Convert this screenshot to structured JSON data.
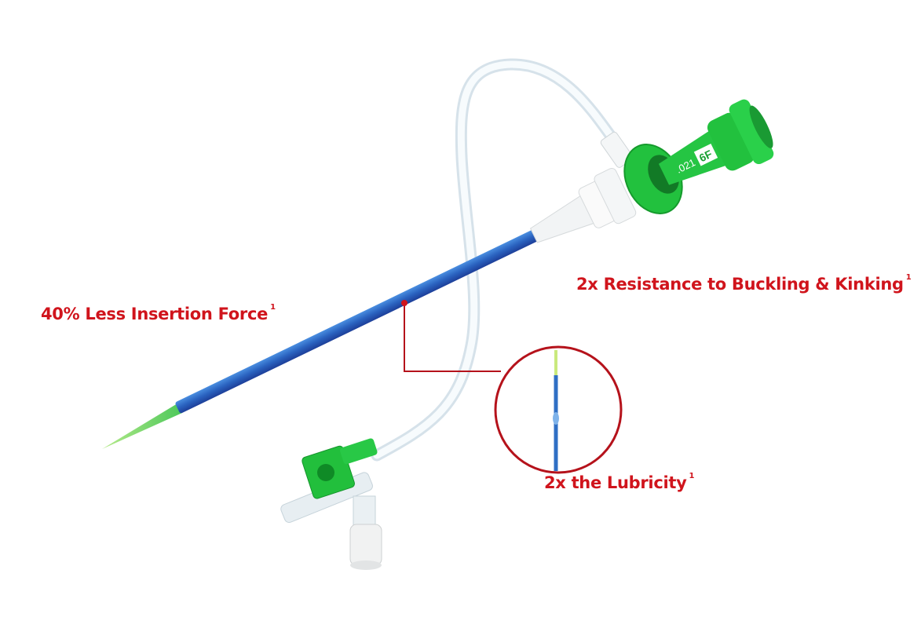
{
  "product": {
    "dilator_marking_size": ".021",
    "dilator_marking_french": "6F"
  },
  "callouts": [
    {
      "text": "40% Less Insertion Force",
      "footnote": "1"
    },
    {
      "text": "2x Resistance to Buckling & Kinking",
      "footnote": "1"
    },
    {
      "text": "2x the Lubricity",
      "footnote": "1"
    }
  ],
  "colors": {
    "callout_red": "#d0141c",
    "sheath_blue": "#2f6fc4",
    "hub_green": "#1fbf3a",
    "tip_green": "#8fd86a"
  }
}
